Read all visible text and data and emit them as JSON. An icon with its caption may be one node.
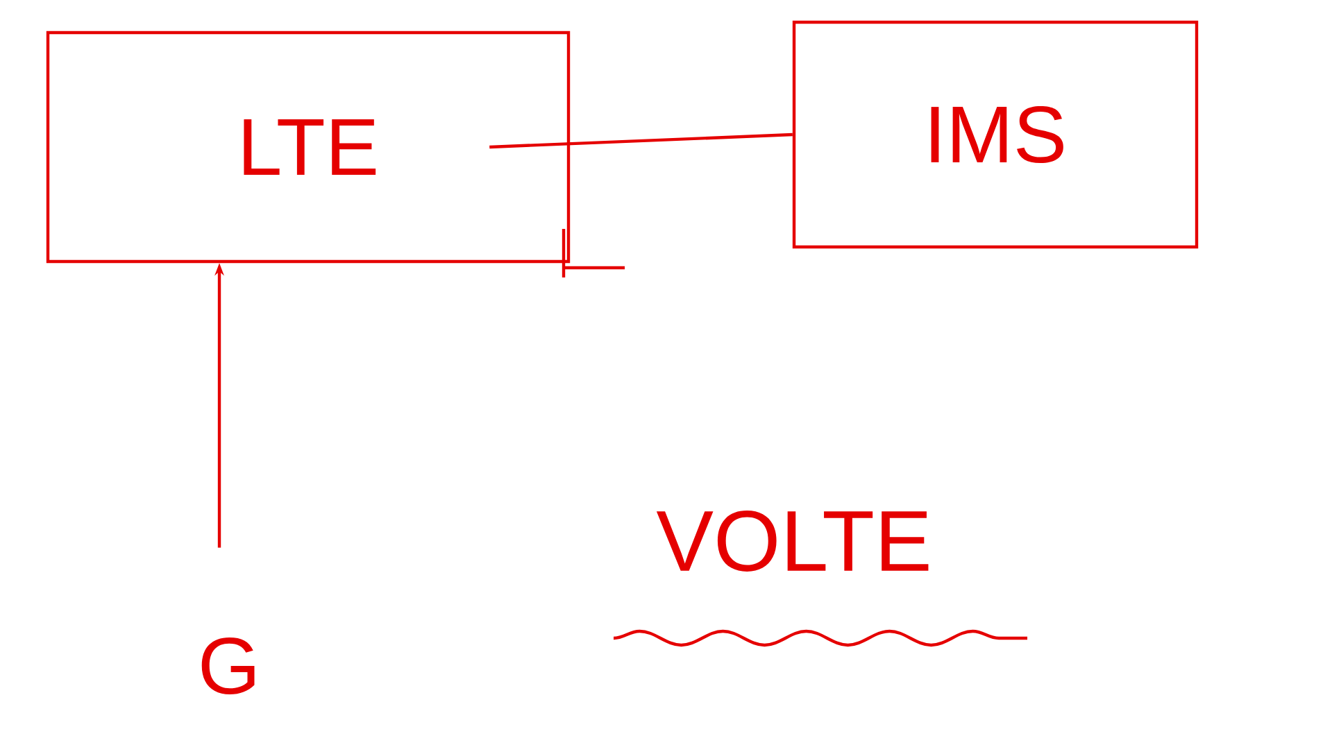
{
  "diagram": {
    "nodes": [
      {
        "text": [
          "LTE"
        ]
      },
      {
        "text": [
          "IMS"
        ]
      },
      {
        "text": [
          "G"
        ]
      }
    ],
    "edges": [
      {
        "from": 0,
        "to": 1,
        "arrow": "none"
      },
      {
        "from": 2,
        "to": 0,
        "arrow": "to"
      }
    ],
    "labels": [
      "VOLTE"
    ]
  }
}
